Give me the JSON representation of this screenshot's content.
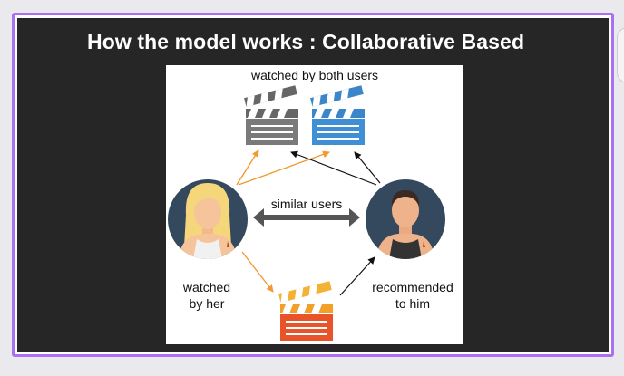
{
  "slide": {
    "title": "How the model works : Collaborative Based"
  },
  "diagram": {
    "top_label": "watched by both users",
    "middle_label": "similar users",
    "left_bottom_label": [
      "watched",
      "by her"
    ],
    "right_bottom_label": [
      "recommended",
      "to him"
    ],
    "colors": {
      "orange_arrow": "#f29a2e",
      "black_arrow": "#111111",
      "gray_clapper": "#7a7a7a",
      "blue_clapper": "#3f8fd6",
      "orange_clapper": "#e8532a",
      "avatar_bg": "#34495e"
    },
    "icons": [
      "clapperboard-gray-icon",
      "clapperboard-blue-icon",
      "clapperboard-orange-icon",
      "woman-avatar-icon",
      "man-avatar-icon",
      "double-arrow-icon"
    ]
  }
}
